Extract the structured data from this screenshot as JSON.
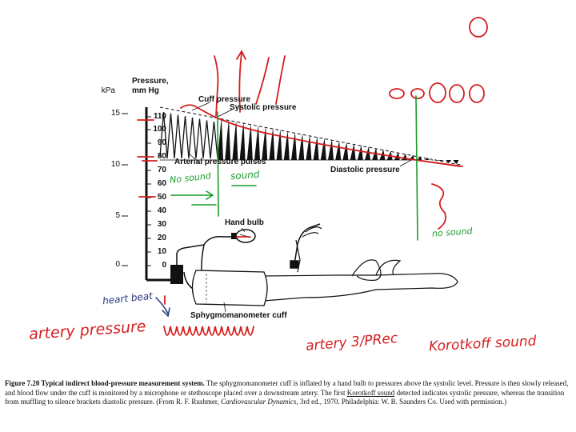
{
  "axis": {
    "kpa_label": "kPa",
    "pressure_label_line1": "Pressure,",
    "pressure_label_line2": "mm Hg",
    "kpa_ticks": [
      "15",
      "10",
      "5",
      "0"
    ],
    "mmhg_ticks": [
      "110",
      "100",
      "90",
      "80",
      "70",
      "60",
      "50",
      "40",
      "30",
      "20",
      "10",
      "0"
    ]
  },
  "labels": {
    "cuff_pressure": "Cuff pressure",
    "systolic_pressure": "Systolic pressure",
    "arterial_pulses": "Arterial pressure pulses",
    "diastolic_pressure": "Diastolic pressure",
    "hand_bulb": "Hand bulb",
    "cuff": "Sphygmomanometer cuff"
  },
  "annotations": {
    "no_sound_left": "No sound",
    "sound": "sound",
    "no_sound_right": "no sound",
    "heart_beat": "heart beat",
    "artery_pressure": "artery pressure",
    "artery_spec": "artery 3/PRec",
    "korotkoff_sound": "Korotkoff sound"
  },
  "caption": {
    "bold": "Figure 7.20 Typical indirect blood-pressure measurement system.",
    "text1": " The sphygmomanometer cuff is inflated by a hand bulb to pressures above the systolic level. Pressure is then slowly released, and blood flow under the cuff is monitored by a microphone or stethoscope placed over a downstream artery. The first ",
    "underlined": "Korotkoff sound",
    "text2": " detected indicates systolic pressure, whereas the transition from muffling to silence brackets diastolic pressure. (From R. F. Rushmer, ",
    "italic": "Cardiovascular Dynamics",
    "text3": ", 3rd ed., 1970. Philadelphia: W. B. Saunders Co. Used with permission.)"
  },
  "colors": {
    "ink": "#111111",
    "red_annotation": "#d41e1e",
    "green_annotation": "#1a9a2a",
    "blue_annotation": "#23357a"
  }
}
